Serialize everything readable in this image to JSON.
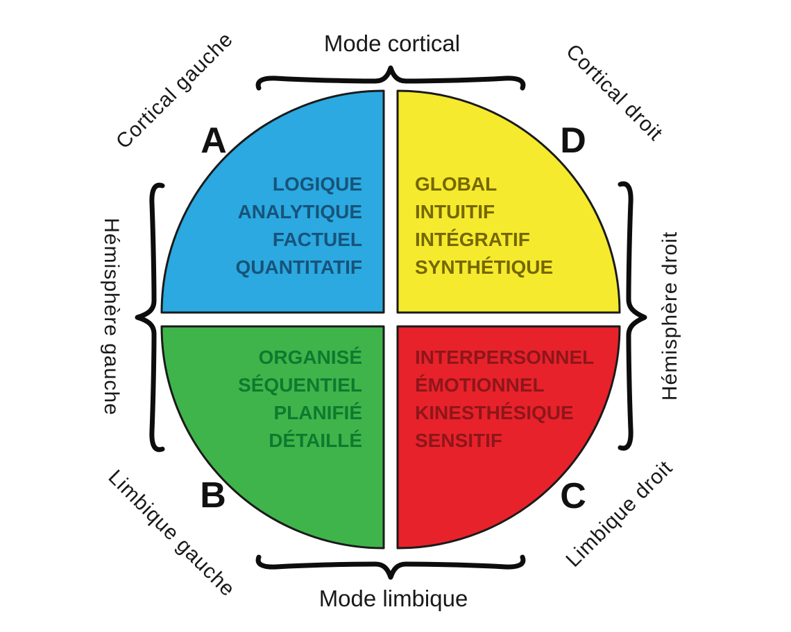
{
  "diagram": {
    "top_mode_label": "Mode cortical",
    "bottom_mode_label": "Mode limbique",
    "corner_labels": {
      "top_left": "Cortical gauche",
      "top_right": "Cortical droit",
      "bottom_left": "Limbique gauche",
      "bottom_right": "Limbique droit"
    },
    "side_labels": {
      "left": "Hémisphère gauche",
      "right": "Hémisphère droit"
    },
    "quadrants": [
      {
        "id": "A",
        "position": "top-left",
        "fill": "#2BA9E0",
        "text_color": "#17537A",
        "traits": [
          "LOGIQUE",
          "ANALYTIQUE",
          "FACTUEL",
          "QUANTITATIF"
        ]
      },
      {
        "id": "D",
        "position": "top-right",
        "fill": "#F5EA2D",
        "text_color": "#756700",
        "traits": [
          "GLOBAL",
          "INTUITIF",
          "INTÉGRATIF",
          "SYNTHÉTIQUE"
        ]
      },
      {
        "id": "B",
        "position": "bottom-left",
        "fill": "#3FB44A",
        "text_color": "#0E7A2F",
        "traits": [
          "ORGANISÉ",
          "SÉQUENTIEL",
          "PLANIFIÉ",
          "DÉTAILLÉ"
        ]
      },
      {
        "id": "C",
        "position": "bottom-right",
        "fill": "#E8222A",
        "text_color": "#8D161B",
        "traits": [
          "INTERPERSONNEL",
          "ÉMOTIONNEL",
          "KINESTHÉSIQUE",
          "SENSITIF"
        ]
      }
    ]
  }
}
